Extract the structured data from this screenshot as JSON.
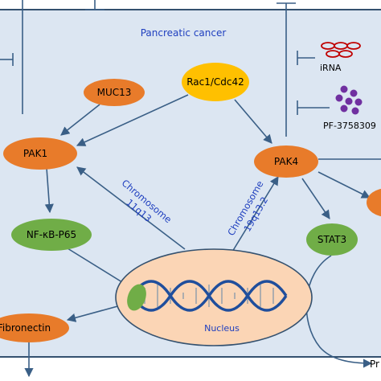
{
  "title": "Pancreatic cancer",
  "nodes": {
    "muc13": "MUC13",
    "rac": "Rac1/Cdc42",
    "pak1": "PAK1",
    "pak4": "PAK4",
    "nfkb": "NF-κB-P65",
    "stat3": "STAT3",
    "fibronectin": "Fibronectin",
    "nucleus": "Nucleus"
  },
  "inhibitors": {
    "irna": "iRNA",
    "pf": "PF-3758309"
  },
  "chromosomes": {
    "left_line1": "Chromosome",
    "left_line2": "11q13",
    "right_line1": "Chromosome",
    "right_line2": "19q13.2"
  },
  "edge_text": "Pr",
  "colors": {
    "cell_fill": "#dce6f2",
    "cell_border": "#34516f",
    "orange": "#e87b2a",
    "yellow": "#ffc000",
    "green": "#70ad47",
    "nucleus_fill": "#fbd5b5",
    "nucleus_border": "#34516f",
    "arrow": "#3a5f86",
    "title_text": "#1f3fbf",
    "chromosome_text": "#1f3fbf",
    "irna": "#c00000",
    "pf": "#7030a0",
    "dna_blue": "#1f4e9c"
  }
}
